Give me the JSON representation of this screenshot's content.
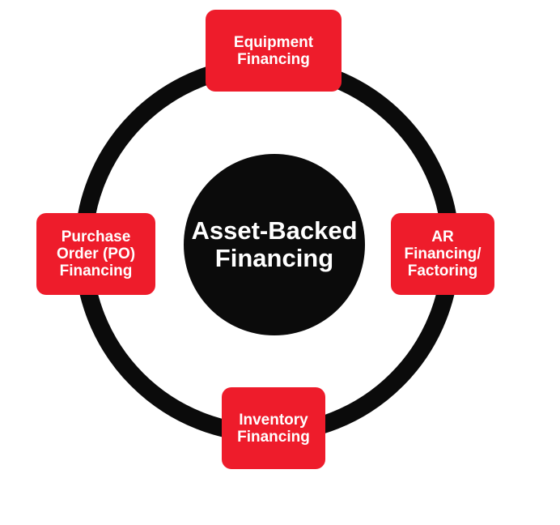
{
  "center": {
    "label": "Asset-Backed\nFinancing"
  },
  "nodes": {
    "equipment": "Equipment\nFinancing",
    "ar": "AR\nFinancing/\nFactoring",
    "inventory": "Inventory\nFinancing",
    "po": "Purchase\nOrder (PO)\nFinancing"
  },
  "colors": {
    "ring": "#0b0b0b",
    "center": "#0b0b0b",
    "node_fill": "#ee1c2b",
    "text": "#ffffff"
  }
}
